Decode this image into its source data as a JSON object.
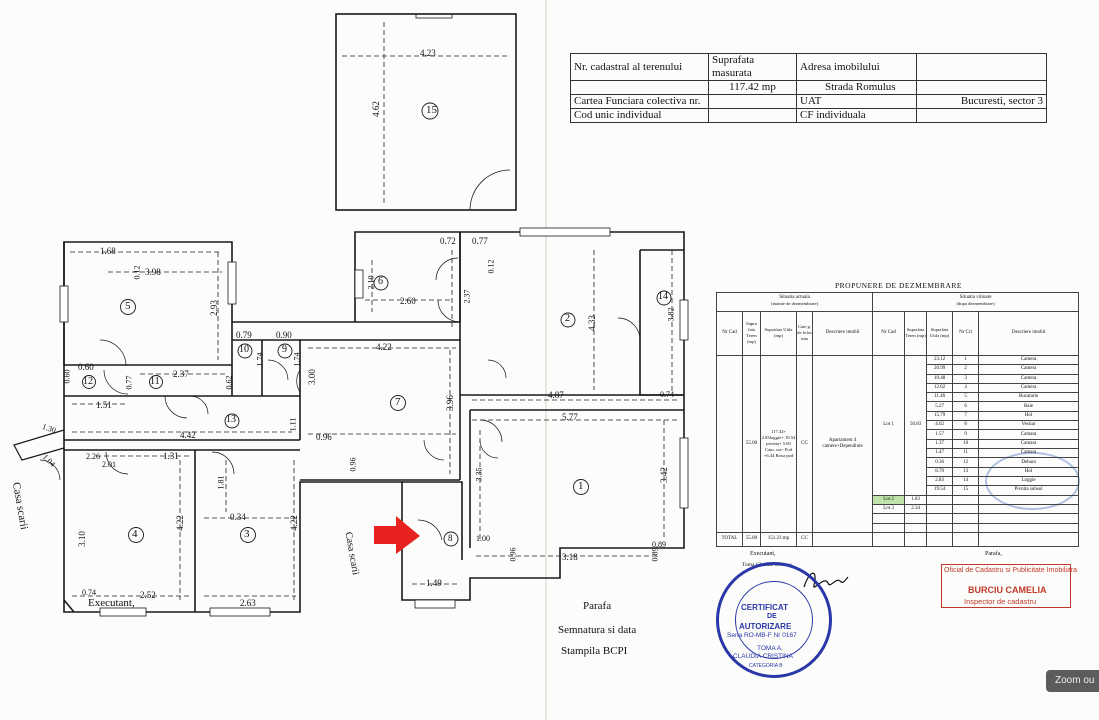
{
  "header_table": {
    "rows": [
      [
        "Nr. cadastral al terenului",
        "Suprafata masurata",
        "Adresa imobilului",
        ""
      ],
      [
        "",
        "117.42 mp",
        "Strada Romulus",
        ""
      ],
      [
        "Cartea Funciara colectiva nr.",
        "",
        "UAT",
        "Bucuresti, sector 3"
      ],
      [
        "Cod unic individual",
        "",
        "CF individuala",
        ""
      ]
    ]
  },
  "rooms": {
    "r1": "1",
    "r2": "2",
    "r3": "3",
    "r4": "4",
    "r5": "5",
    "r6": "6",
    "r7": "7",
    "r8": "8",
    "r9": "9",
    "r10": "10",
    "r11": "11",
    "r12": "12",
    "r13": "13",
    "r14": "14",
    "r15": "15"
  },
  "dims": {
    "d_4_23": "4.23",
    "d_4_62": "4.62",
    "d_1_68": "1.68",
    "d_0_12a": "0.12",
    "d_3_98": "3.98",
    "d_2_93": "2.93",
    "d_0_60": "0.60",
    "d_0_60b": "0.60",
    "d_0_77": "0.77",
    "d_1_51": "1.51",
    "d_2_37a": "2.37",
    "d_0_79": "0.79",
    "d_0_90": "0.90",
    "d_1_74a": "1.74",
    "d_1_74b": "1.74",
    "d_0_62": "0.62",
    "d_3_00": "3.00",
    "d_1_11": "1.11",
    "d_4_22a": "4.22",
    "d_4_42": "4.42",
    "d_1_30": "1.30",
    "d_1_04": "1.04",
    "d_2_26": "2.26",
    "d_2_01": "2.01",
    "d_1_31": "1.31",
    "d_1_81": "1.81",
    "d_0_34": "0.34",
    "d_3_10": "3.10",
    "d_4_22b": "4.22",
    "d_4_22c": "4.22",
    "d_2_52": "2.52",
    "d_2_63": "2.63",
    "d_0_74a": "0.74",
    "d_0_96a": "0.96",
    "d_0_96b": "0.96",
    "d_2_10": "2.10",
    "d_2_60": "2.60",
    "d_0_72": "0.72",
    "d_0_77b": "0.77",
    "d_0_12b": "0.12",
    "d_2_37b": "2.37",
    "d_4_33": "4.33",
    "d_3_82": "3.82",
    "d_3_96": "3.96",
    "d_4_87": "4.87",
    "d_0_74b": "0.74",
    "d_5_77": "5.77",
    "d_3_35": "3.35",
    "d_3_42": "3.42",
    "d_1_00": "1.00",
    "d_0_96c": "0.96",
    "d_3_18": "3.18",
    "d_0_89a": "0.89",
    "d_0_89b": "0.89",
    "d_1_49": "1.49"
  },
  "labels": {
    "casa_scarii_left": "Casa scarii",
    "casa_scarii_mid": "Casa scarii",
    "executant_left": "Executant,",
    "parafa": "Parafa",
    "semnatura": "Semnatura si data",
    "stampila": "Stampila  BCPI"
  },
  "dezmembrare": {
    "title": "PROPUNERE DE DEZMEMBRARE",
    "actual_header": "Situatia actuala",
    "actual_sub": "(inainte de dezmembrare)",
    "viitoare_header": "Situatia viitoare",
    "viitoare_sub": "(dupa dezmembrare)",
    "col_nrcad": "Nr Cad",
    "col_suprafata_teren": "Supra fata Teren (mp)",
    "col_suprafata_utila": "Suprafata Utila (mp)",
    "col_categ": "Cate g. de folos inta",
    "col_descriere": "Descriere imobil",
    "col_nrcad2": "Nr Cad",
    "col_supr_teren2": "Suprafata Teren (mp)",
    "col_supr_utila2": "Suprafata Utila (mp)",
    "col_nrcrt": "Nr Crt",
    "col_descriere2": "Descriere imobil",
    "actual_teren": "55.00",
    "actual_utila": "117.42+ 2.83loggie+ 19.54 pivnita+ 5.00 Cam. sav- Pod +6.44 Boxa pod",
    "actual_categ": "CC",
    "actual_descriere": "Apartament 4 camere+Dependinte",
    "lot1": "Lot 1",
    "lot1_teren": "50.83",
    "lot2": "Lot 2",
    "lot2_teren": "1.83",
    "lot3": "Lot 3",
    "lot3_teren": "2.34",
    "rows": [
      [
        "23.12",
        "1",
        "Camera"
      ],
      [
        "20.99",
        "2",
        "Camera"
      ],
      [
        "10.48",
        "3",
        "Camera"
      ],
      [
        "12.62",
        "4",
        "Camera"
      ],
      [
        "11.46",
        "5",
        "Bucatarie"
      ],
      [
        "5.27",
        "6",
        "Baie"
      ],
      [
        "15.79",
        "7",
        "Hol"
      ],
      [
        "4.62",
        "8",
        "Vestiar"
      ],
      [
        "1.57",
        "9",
        "Camara"
      ],
      [
        "1.37",
        "10",
        "Camara"
      ],
      [
        "1.47",
        "11",
        "Camara"
      ],
      [
        "0.36",
        "12",
        "Debara"
      ],
      [
        "8.70",
        "13",
        "Hol"
      ],
      [
        "2.83",
        "14",
        "Loggie"
      ],
      [
        "19.54",
        "15",
        "Pivnita subsol"
      ]
    ],
    "total_label": "TOTAL",
    "total_teren": "55.00",
    "total_utila": "151.23 mp",
    "total_categ": "CC",
    "executant": "Executant,",
    "executant_name": "Toma Claudia Cristina",
    "parafa": "Parafa,"
  },
  "stamp_round": {
    "line1": "CERTIFICAT",
    "line2": "DE",
    "line3": "AUTORIZARE",
    "line4": "Seria RO-MB-F Nr 0167",
    "line5": "TOMA A.",
    "line6": "CLAUDIA CRISTINA",
    "line7": "CATEGORIA B"
  },
  "stamp_rect": {
    "line1": "Oficial de Cadastru si Publicitate Imobiliara",
    "line2": "BURCIU CAMELIA",
    "line3": "Inspector de cadastru"
  },
  "zoom_button": "Zoom ou",
  "colors": {
    "arrow": "#e8231f",
    "stamp_blue": "#2a37a8",
    "stamp_red": "#c0392b",
    "lot_highlight": "#bfe3a8"
  }
}
